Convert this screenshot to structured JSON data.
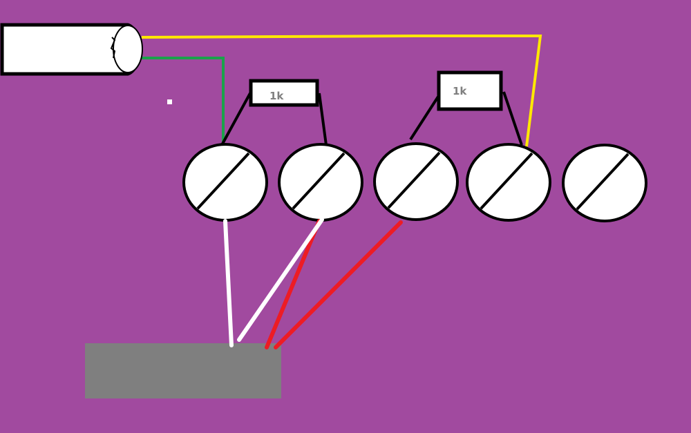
{
  "diagram": {
    "background": "#a14a9f",
    "colors": {
      "wire_yellow": "#ffe800",
      "wire_green": "#1aa34a",
      "wire_white": "#ffffff",
      "wire_red": "#ed1c24",
      "lead_black": "#000000",
      "block_gray": "#7f7f7f"
    },
    "connector": {
      "name": "cylindrical connector / jack"
    },
    "resistors": [
      {
        "id": "R1",
        "label": "1k"
      },
      {
        "id": "R2",
        "label": "1k"
      }
    ],
    "terminals": [
      {
        "id": "T1"
      },
      {
        "id": "T2"
      },
      {
        "id": "T3"
      },
      {
        "id": "T4"
      },
      {
        "id": "T5"
      }
    ],
    "module": {
      "name": "gray block"
    },
    "wires": [
      {
        "color": "yellow",
        "from": "connector",
        "to": "T4"
      },
      {
        "color": "green",
        "from": "connector",
        "to": "T1"
      },
      {
        "color": "white",
        "from": "T1",
        "to": "module"
      },
      {
        "color": "white",
        "from": "T2",
        "to": "module"
      },
      {
        "color": "red",
        "from": "T2",
        "to": "module"
      },
      {
        "color": "red",
        "from": "T3",
        "to": "module"
      }
    ]
  }
}
